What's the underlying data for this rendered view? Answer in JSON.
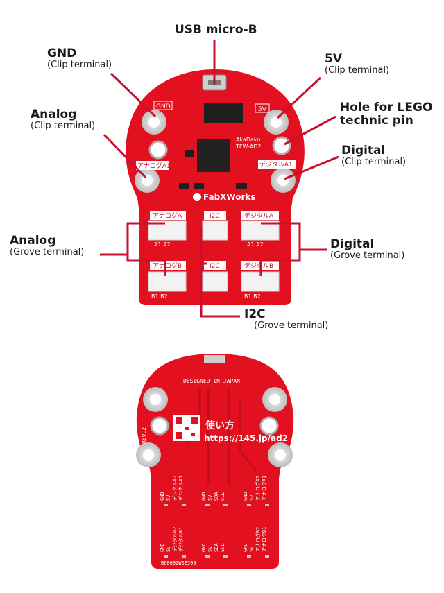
{
  "labels": {
    "usb": {
      "title": "USB micro-B"
    },
    "gnd": {
      "title": "GND",
      "sub": "(Clip terminal)"
    },
    "v5": {
      "title": "5V",
      "sub": "(Clip terminal)"
    },
    "lego": {
      "title1": "Hole for LEGO",
      "title2": "technic pin"
    },
    "analog_clip": {
      "title": "Analog",
      "sub": "(Clip terminal)"
    },
    "digital_clip": {
      "title": "Digital",
      "sub": "(Clip terminal)"
    },
    "analog_grove": {
      "title": "Analog",
      "sub": "(Grove terminal)"
    },
    "digital_grove": {
      "title": "Digital",
      "sub": "(Grove terminal)"
    },
    "i2c_grove": {
      "title": "I2C",
      "sub": "(Grove terminal)"
    }
  },
  "front_silk": {
    "gnd_pad": "GND",
    "v5_pad": "5V",
    "analog_a1": "アナログA1",
    "digital_a1": "デジタルA1",
    "akadako": "AkaDako",
    "model": "TFW-AD2",
    "brand": "FabXWorks",
    "conn_analog_a": "アナログA",
    "conn_i2c_top": "I2C",
    "conn_digital_a": "デジタルA",
    "conn_analog_b": "アナログB",
    "conn_i2c_bottom": "I2C",
    "conn_digital_b": "デジタルB",
    "pins_a": "A1 A2",
    "pins_b": "B1 B2"
  },
  "back_silk": {
    "designed": "DESIGNED IN JAPAN",
    "rev": "REV.2",
    "usage": "使い方",
    "url": "https://145.jp/ad2",
    "serial": "B68692WSE599",
    "gnd": "GND",
    "v5": "5V",
    "sda": "SDA",
    "scl": "SCL",
    "dig_a2": "デジタルA2",
    "dig_a1": "デジタルA1",
    "ana_a2": "アナログA2",
    "ana_a1": "アナログA1",
    "dig_b2": "デジタルB2",
    "dig_b1": "デジタルB1",
    "ana_b2": "アナログB2",
    "ana_b1": "アナログB1"
  },
  "colors": {
    "board": "#e3101f",
    "leader": "#c8102e",
    "pad": "#d8d8d8",
    "text": "#1a1a1a"
  }
}
